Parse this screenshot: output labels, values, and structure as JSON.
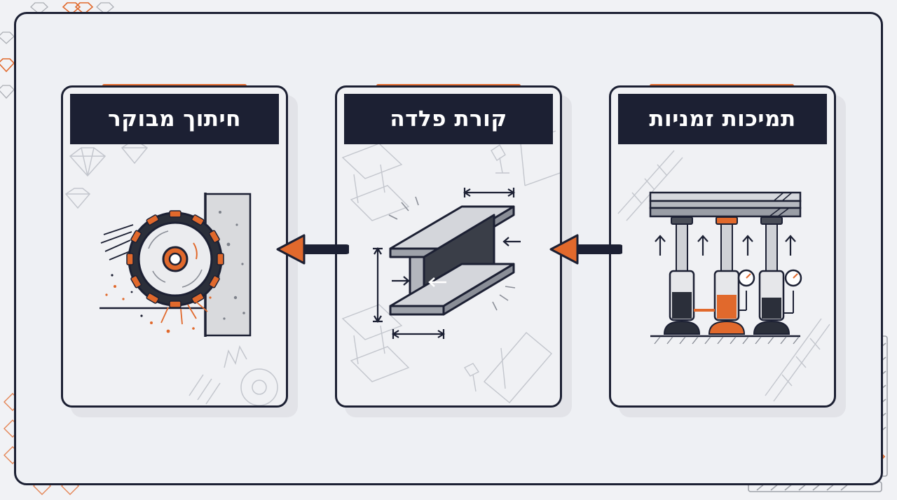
{
  "steps": [
    {
      "title": "תמיכות זמניות",
      "icon": "hydraulic-jacks-icon"
    },
    {
      "title": "קורת פלדה",
      "icon": "steel-i-beam-icon"
    },
    {
      "title": "חיתוך מבוקר",
      "icon": "diamond-saw-blade-icon"
    }
  ],
  "colors": {
    "navy": "#1c2033",
    "orange": "#e1692c",
    "steel": "#8a8e97",
    "background": "#f1f2f5"
  }
}
